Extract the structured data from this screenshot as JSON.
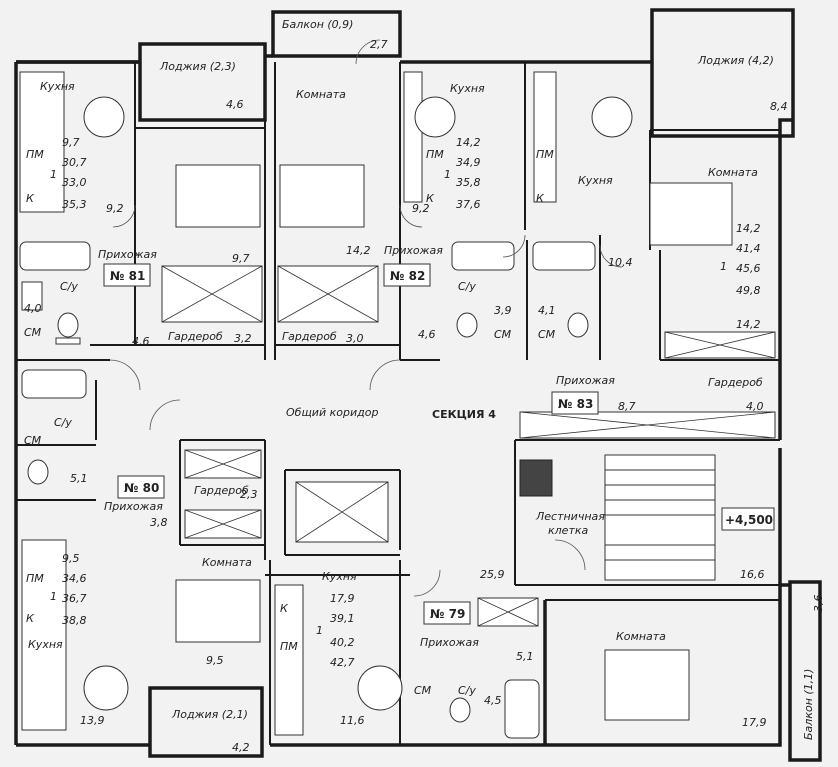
{
  "section": "СЕКЦИЯ 4",
  "corridor": "Общий коридор",
  "stair_label": [
    "Лестничная",
    "клетка"
  ],
  "elevation": "+4,500",
  "balconies": {
    "top": "Балкон (0,9)",
    "top_area": "2,7",
    "right": "Балкон (1,1)",
    "right_area": "3,6"
  },
  "loggias": {
    "a81": "Лоджия (2,3)",
    "a81_area": "4,6",
    "a83": "Лоджия (4,2)",
    "a83_area": "8,4",
    "a80": "Лоджия (2,1)",
    "a80_area": "4,2"
  },
  "room_names": {
    "kitchen": "Кухня",
    "room": "Комната",
    "hall": "Прихожая",
    "bath": "С/у",
    "wardrobe": "Гардероб",
    "pm": "ПМ",
    "sm": "СМ",
    "k": "К",
    "one": "1"
  },
  "apartments": {
    "a81": {
      "no": "№ 81",
      "stats": [
        "9,7",
        "30,7",
        "33,0",
        "35,3"
      ],
      "kitchen": "9,2",
      "room": "9,7",
      "bath": "4,0",
      "hall": "4,6",
      "wardrobe": "3,2"
    },
    "a82": {
      "no": "№ 82",
      "stats": [
        "14,2",
        "34,9",
        "35,8",
        "37,6"
      ],
      "kitchen": "9,2",
      "room": "14,2",
      "bath": "3,9",
      "hall": "4,6",
      "wardrobe": "3,0"
    },
    "a83": {
      "no": "№ 83",
      "stats": [
        "14,2",
        "41,4",
        "45,6",
        "49,8"
      ],
      "kitchen": "10,4",
      "room": "14,2",
      "bath": "4,1",
      "hall": "8,7",
      "wardrobe": "4,0"
    },
    "a80": {
      "no": "№ 80",
      "stats": [
        "9,5",
        "34,6",
        "36,7",
        "38,8"
      ],
      "kitchen": "13,9",
      "room": "9,5",
      "bath": "5,1",
      "hall": "3,8",
      "wardrobe": "2,3"
    },
    "a79": {
      "no": "№ 79",
      "stats": [
        "17,9",
        "39,1",
        "40,2",
        "42,7"
      ],
      "kitchen": "11,6",
      "room": "17,9",
      "bath": "4,5",
      "hall": "5,1"
    }
  },
  "stair_area": "16,6",
  "corridor_area": "25,9"
}
